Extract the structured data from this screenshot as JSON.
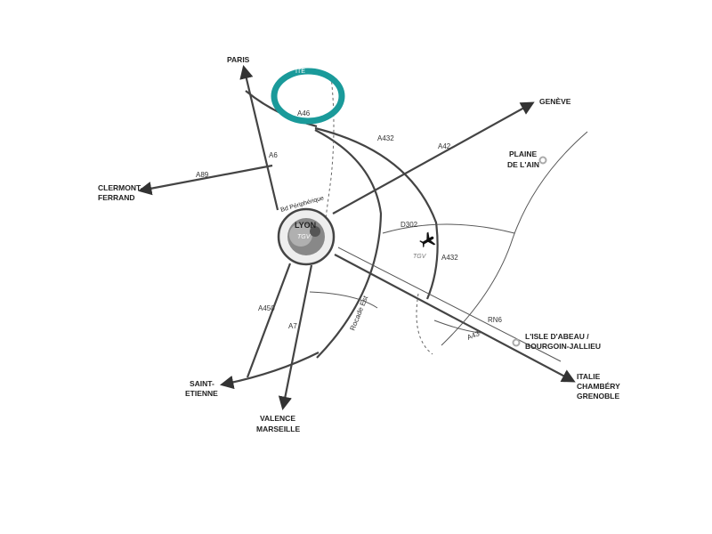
{
  "colors": {
    "road": "#444444",
    "ring_fill": "#eeeeee",
    "center_fill": "#888888",
    "center_inner": "#b0b0b0",
    "highlight": "#1a9a9a",
    "marker": "#aaaaaa"
  },
  "icons": {
    "airport": "airplane-icon",
    "tgv": "tgv-logo-icon",
    "lyon_tgv": "tgv-logo-icon",
    "highlight": "highlight-ring-icon"
  },
  "center": {
    "label": "LYON",
    "tgv": "TGV"
  },
  "ring": {
    "label": "Bd Périphérique"
  },
  "airport": {
    "tgv": "TGV"
  },
  "highlight_text": "ITE",
  "destinations": {
    "paris": "PARIS",
    "geneve": "GENÈVE",
    "clermont_1": "CLERMONT-",
    "clermont_2": "FERRAND",
    "plaine_1": "PLAINE",
    "plaine_2": "DE L'AIN",
    "isle_1": "L'ISLE D'ABEAU /",
    "isle_2": "BOURGOIN-JALLIEU",
    "italie_1": "ITALIE",
    "italie_2": "CHAMBÉRY",
    "italie_3": "GRENOBLE",
    "stetienne_1": "SAINT-",
    "stetienne_2": "ETIENNE",
    "valence_1": "VALENCE",
    "valence_2": "MARSEILLE"
  },
  "roads": {
    "a46": "A46",
    "a6": "A6",
    "a89": "A89",
    "a432_top": "A432",
    "a432_right": "A432",
    "a42": "A42",
    "d302": "D302",
    "rn6": "RN6",
    "a43": "A43",
    "a450": "A450",
    "a7": "A7",
    "rocade": "Rocade Est"
  }
}
